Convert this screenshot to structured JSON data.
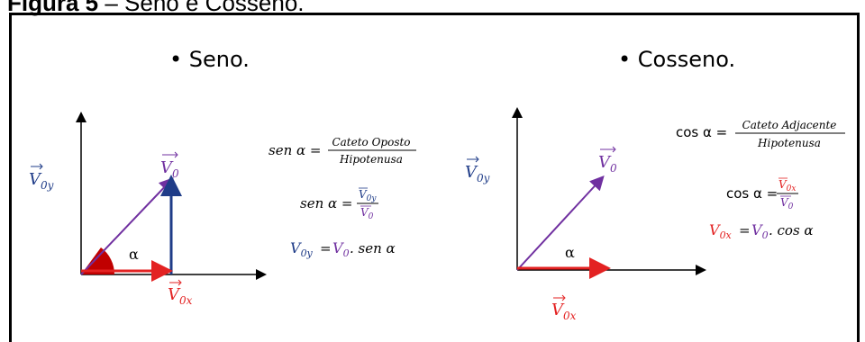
{
  "caption": {
    "label": "Figura 5",
    "text": " – Seno e Cosseno."
  },
  "left": {
    "heading": "• Seno.",
    "alpha": "α",
    "vector_v0": "V",
    "sub_0": "0",
    "sub_0y": "0y",
    "sub_0x": "0x",
    "eq1_lhs": "sen α =",
    "eq1_num": "Cateto Oposto",
    "eq1_den": "Hipotenusa",
    "eq2_lhs": "sen α =",
    "eq3_rhs": ". sen α"
  },
  "right": {
    "heading": "• Cosseno.",
    "alpha": "α",
    "eq1_lhs": "cos α =",
    "eq1_num": "Cateto Adjacente",
    "eq1_den": "Hipotenusa",
    "eq2_lhs": "cos α =",
    "eq3_rhs": ". cos α"
  },
  "colors": {
    "purple": "#7030a0",
    "navy": "#1f3c88",
    "red": "#e32222",
    "darkred": "#c00000"
  }
}
